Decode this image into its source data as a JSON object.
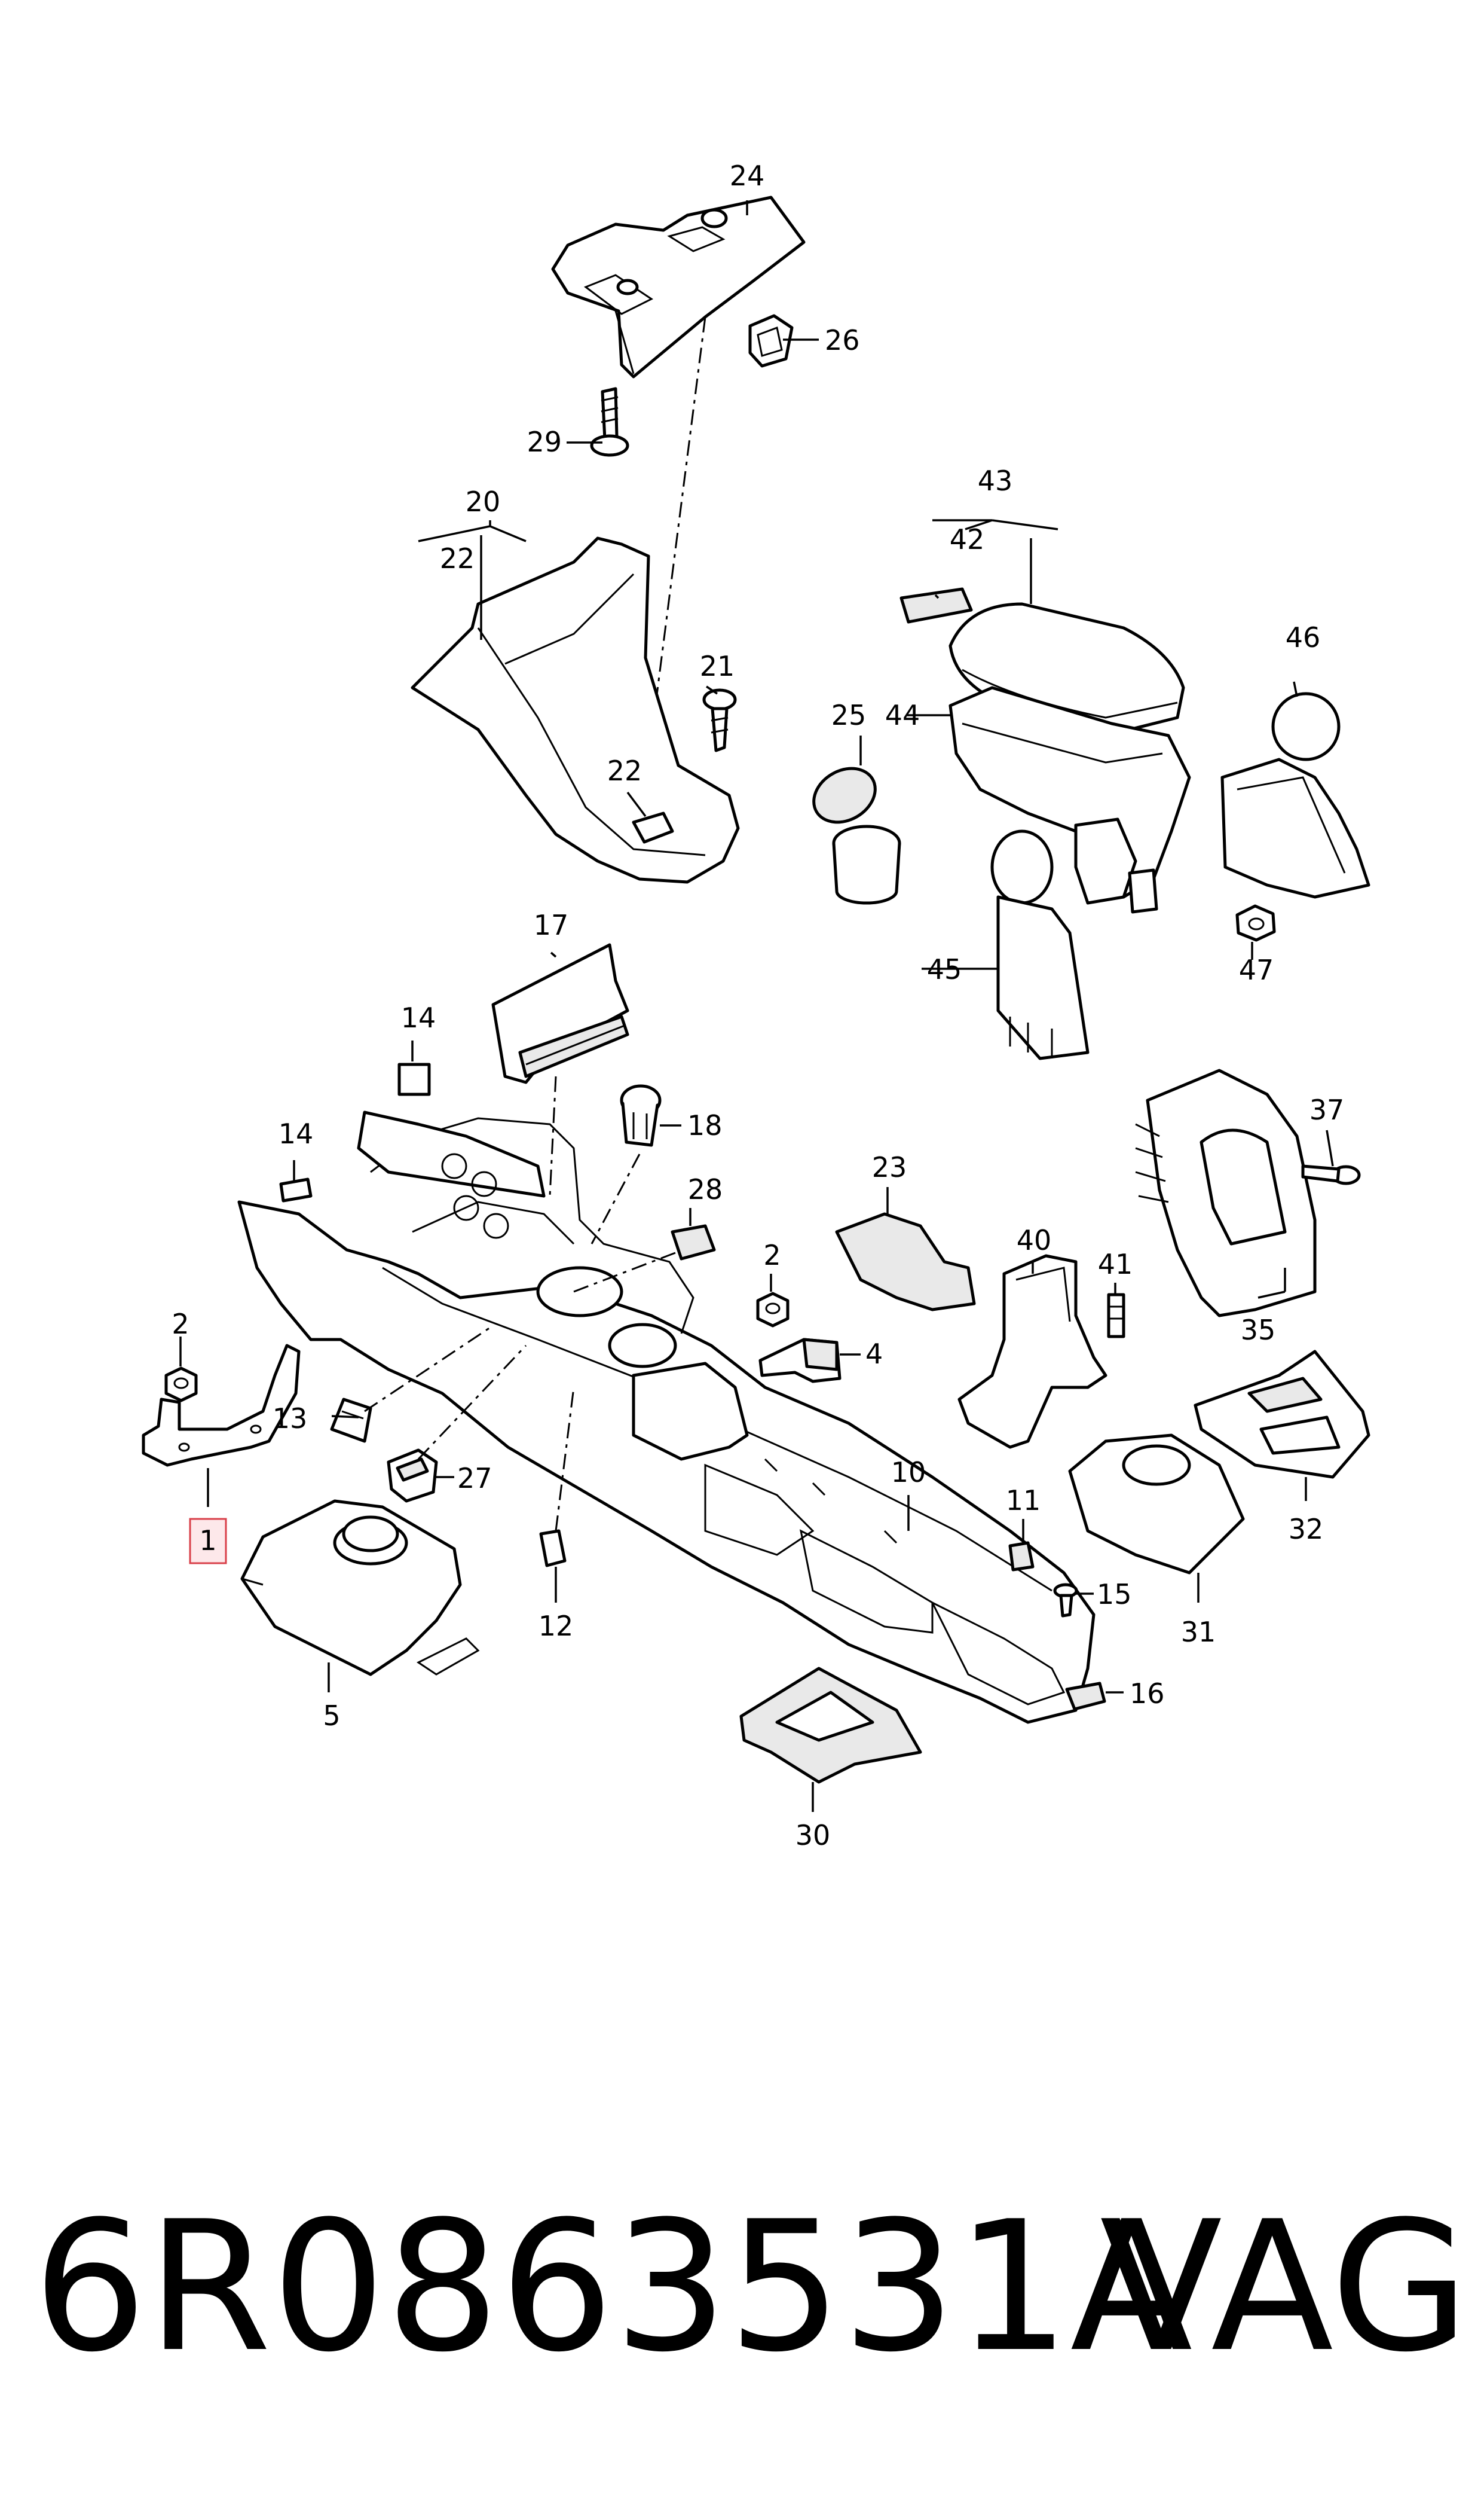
{
  "diagram": {
    "callouts": {
      "c1": "1",
      "c2a": "2",
      "c2b": "2",
      "c4": "4",
      "c5": "5",
      "c10": "10",
      "c11": "11",
      "c12": "12",
      "c13": "13",
      "c14a": "14",
      "c14b": "14",
      "c15": "15",
      "c16": "16",
      "c17": "17",
      "c18": "18",
      "c20": "20",
      "c21": "21",
      "c22a": "22",
      "c22b": "22",
      "c23": "23",
      "c24": "24",
      "c25": "25",
      "c26": "26",
      "c27": "27",
      "c28": "28",
      "c29": "29",
      "c30": "30",
      "c31": "31",
      "c32": "32",
      "c35": "35",
      "c37": "37",
      "c40": "40",
      "c41": "41",
      "c42": "42",
      "c43": "43",
      "c44": "44",
      "c45": "45",
      "c46": "46",
      "c47": "47"
    },
    "highlighted_part": "1"
  },
  "footer": {
    "part_number": "6R0863531A",
    "brand": "VAG"
  }
}
